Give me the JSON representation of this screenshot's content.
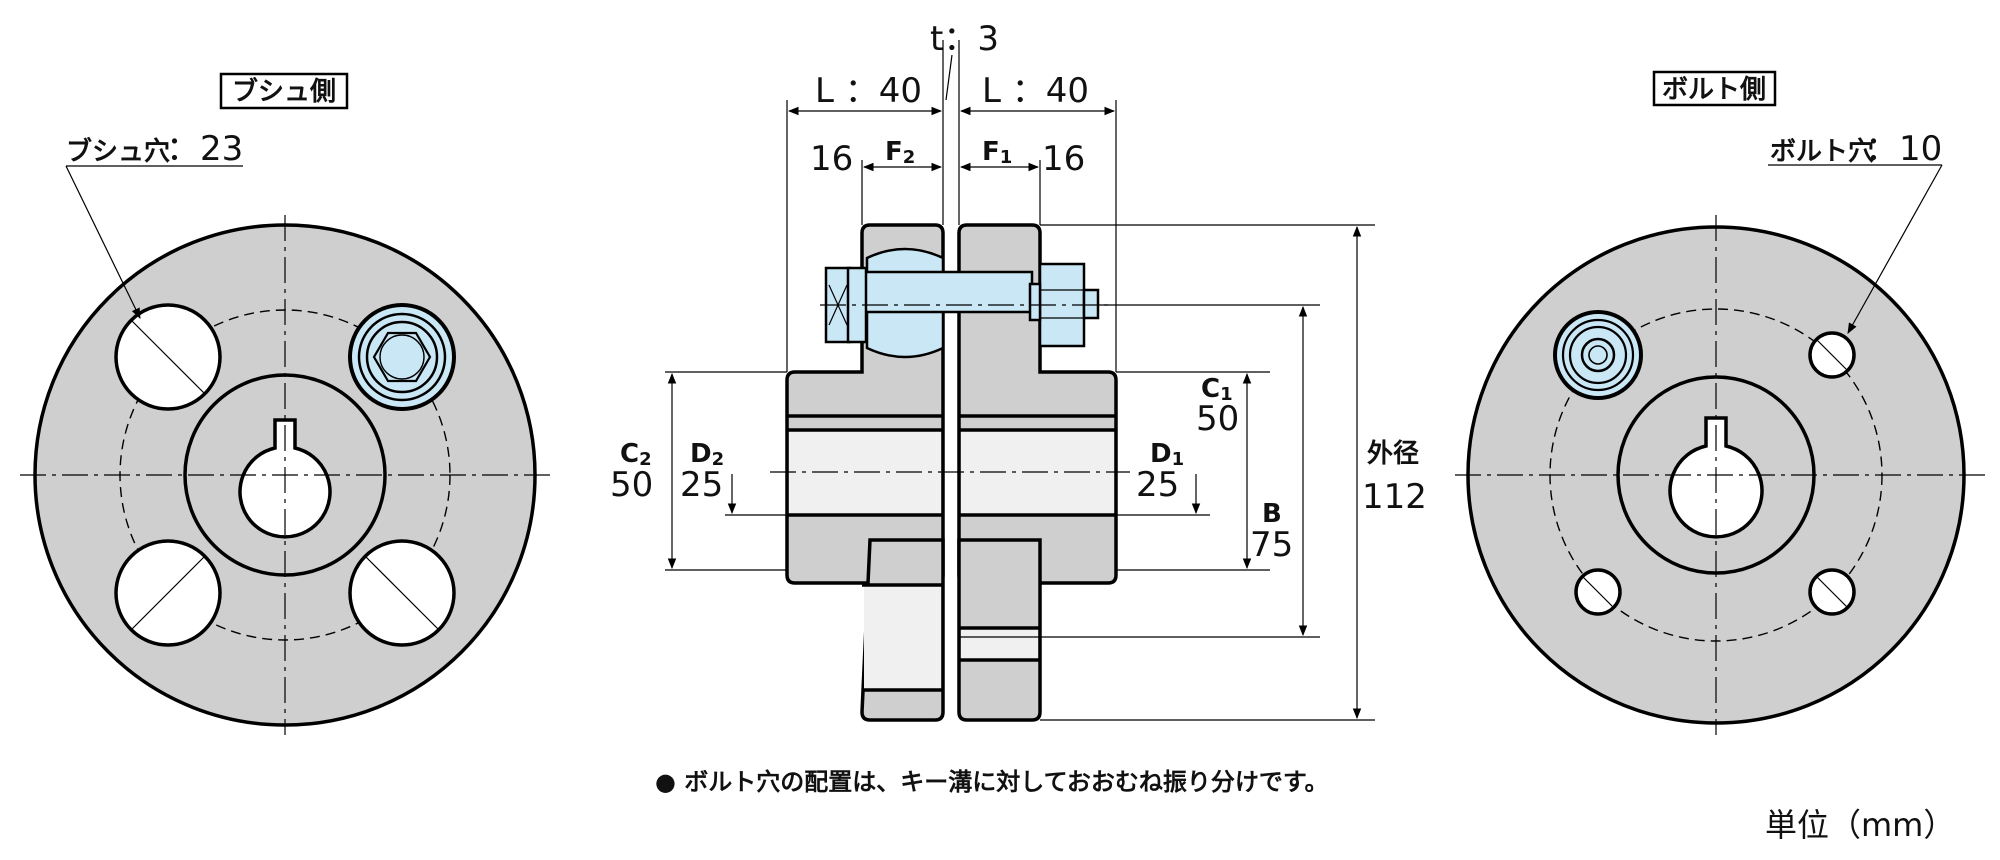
{
  "left_view": {
    "title": "ブシュ側",
    "hole_label": "ブシュ穴",
    "hole_value": "：23"
  },
  "right_view": {
    "title": "ボルト側",
    "hole_label": "ボルト穴",
    "hole_value": "：10"
  },
  "section": {
    "t_label": "t：3",
    "L_left": "L ：40",
    "L_right": "L ：40",
    "left_16": "16",
    "right_16": "16",
    "F2": {
      "main": "F",
      "sub": "2"
    },
    "F1": {
      "main": "F",
      "sub": "1"
    },
    "C2": {
      "main": "C",
      "sub": "2",
      "value": "50"
    },
    "D2": {
      "main": "D",
      "sub": "2",
      "value": "25"
    },
    "C1": {
      "main": "C",
      "sub": "1",
      "value": "50"
    },
    "D1": {
      "main": "D",
      "sub": "1",
      "value": "25"
    },
    "B": {
      "label": "B",
      "value": "75"
    },
    "outer": {
      "label": "外径",
      "value": "112"
    }
  },
  "note": "● ボルト穴の配置は、キー溝に対しておおむね振り分けです。",
  "unit": "単位（mm）",
  "colors": {
    "part": "#cfcfcf",
    "bolt": "#c9e7f5",
    "line": "#000000"
  }
}
